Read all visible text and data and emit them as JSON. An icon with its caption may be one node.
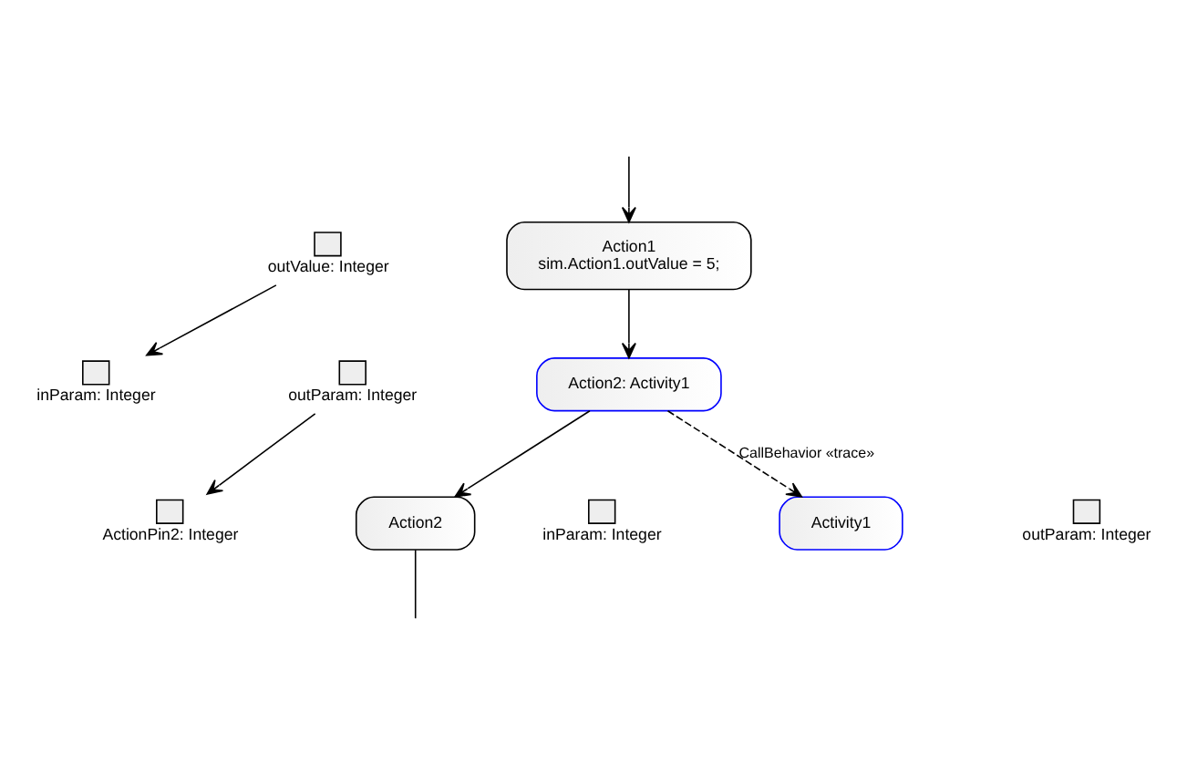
{
  "diagram": {
    "nodes": [
      {
        "text": [
          "Action1",
          "sim.Action1.outValue = 5;"
        ]
      },
      {
        "text": [],
        "shape": "box",
        "beside": [
          "outValue: Integer"
        ]
      },
      {
        "text": [
          "Action2: Activity1"
        ]
      },
      {
        "text": [],
        "shape": "box",
        "beside": [
          "inParam: Integer"
        ]
      },
      {
        "text": [],
        "shape": "box",
        "beside": [
          "outParam: Integer"
        ]
      },
      {
        "text": [
          "Action2"
        ]
      },
      {
        "text": [],
        "shape": "box",
        "beside": [
          "ActionPin2: Integer"
        ]
      },
      {
        "text": [
          "Activity1"
        ]
      },
      {
        "text": [],
        "shape": "box",
        "beside": [
          "inParam: Integer"
        ]
      },
      {
        "text": [],
        "shape": "box",
        "beside": [
          "outParam: Integer"
        ]
      }
    ],
    "edges": [
      {
        "from": null,
        "to": 0,
        "arrow": "to"
      },
      {
        "from": 0,
        "to": 2,
        "arrow": "to"
      },
      {
        "from": 1,
        "to": 3,
        "arrow": "to"
      },
      {
        "from": 2,
        "to": 5,
        "arrow": "to"
      },
      {
        "from": 4,
        "to": 6,
        "arrow": "to"
      },
      {
        "from": 2,
        "to": 7,
        "arrow": "to",
        "style": "dashed",
        "label": "CallBehavior «trace»"
      },
      {
        "from": 5,
        "to": null,
        "arrow": "none"
      }
    ]
  }
}
